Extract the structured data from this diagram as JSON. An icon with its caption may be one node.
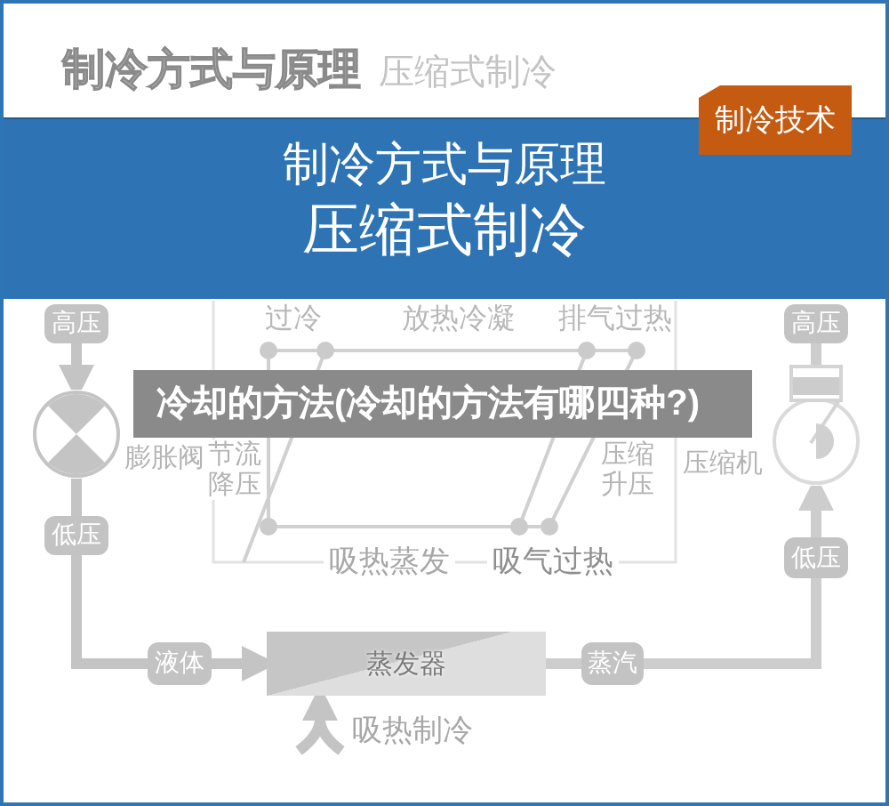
{
  "diagram": {
    "title": "制冷方式与原理",
    "caption": "冷却的方法(冷却的方法有哪四种?)",
    "nodes": [
      {
        "text": [
          "制冷方式与原理",
          "压缩式制冷"
        ]
      },
      {
        "text": [
          "制冷技术"
        ]
      },
      {
        "text": [
          "高压"
        ]
      },
      {
        "text": [],
        "shape": "circle",
        "beside": [
          "膨胀阀"
        ]
      },
      {
        "text": [
          "低压"
        ]
      },
      {
        "text": [
          "液体"
        ]
      },
      {
        "text": [
          "蒸发器"
        ]
      },
      {
        "text": [
          "蒸汽"
        ]
      },
      {
        "text": [
          "低压"
        ]
      },
      {
        "text": [],
        "shape": "picture",
        "beside": [
          "压缩机"
        ]
      },
      {
        "text": [
          "高压"
        ]
      }
    ],
    "edges": [
      {
        "from": 2,
        "to": 3,
        "arrow": "to"
      },
      {
        "from": 3,
        "to": 4,
        "arrow": "none"
      },
      {
        "from": 4,
        "to": 5,
        "arrow": "none"
      },
      {
        "from": 5,
        "to": 6,
        "arrow": "to"
      },
      {
        "from": 6,
        "to": 7,
        "arrow": "none",
        "color": "#cdcdcd"
      },
      {
        "from": 7,
        "to": 8,
        "arrow": "none",
        "color": "#cdcdcd"
      },
      {
        "from": 8,
        "to": 9,
        "arrow": "to",
        "color": "#cdcdcd"
      },
      {
        "from": 9,
        "to": 10,
        "arrow": "none",
        "color": "#cdcdcd"
      },
      {
        "from": null,
        "to": 6,
        "arrow": "to",
        "label": "吸热制冷"
      }
    ],
    "labels": [
      "压缩式制冷",
      "过冷",
      "放热冷凝",
      "排气过热",
      "节流降压",
      "压缩升压",
      "吸热蒸发",
      "吸气过热"
    ]
  }
}
